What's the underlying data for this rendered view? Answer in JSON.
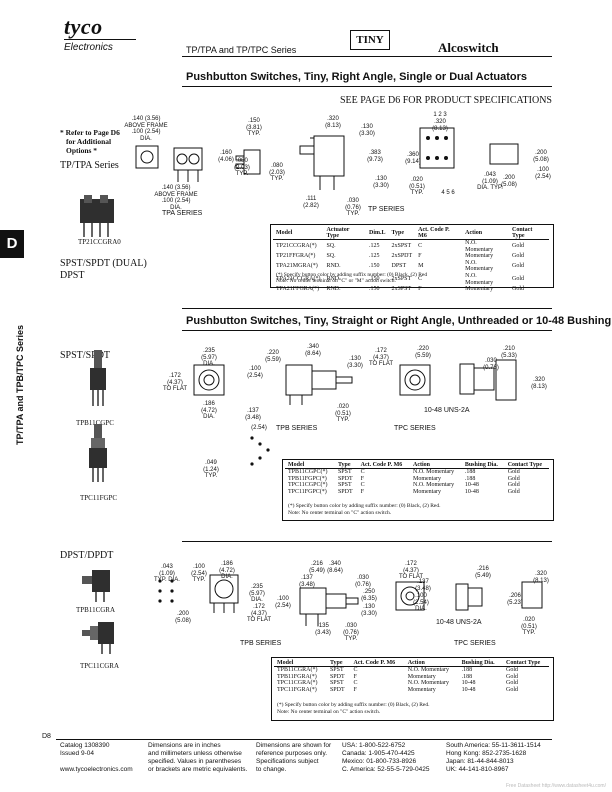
{
  "header": {
    "brand": "tyco",
    "brand_sub": "Electronics",
    "series_title": "TP/TPA and TP/TPC Series",
    "logo_tiny": "TINY",
    "company": "Alcoswitch"
  },
  "section1": {
    "title": "Pushbutton Switches, Tiny, Right Angle, Single or Dual Actuators",
    "see_page": "SEE PAGE D6 FOR PRODUCT SPECIFICATIONS",
    "refer_note": [
      "* Refer to Page D6",
      "for Additional",
      "Options *"
    ],
    "series_label": "TP/TPA Series",
    "photo_caption": "TP21CCGRA0",
    "type_label_1": "SPST/SPDT (DUAL)",
    "type_label_2": "DPST",
    "drawing_labels": {
      "tpa": "TPA SERIES",
      "tp": "TP SERIES",
      "above_frame_1": ".140 (3.56)\nABOVE FRAME\n.100 (2.54)\nDIA.",
      "above_frame_2": ".140 (3.56)\nABOVE FRAME\n.100 (2.54)\nDIA.",
      "d_160": ".160\n(4.06)",
      "d_150_typ": ".150\n(3.81)\nTYP.",
      "d_080_typ": ".080\n(2.03)\nTYP.",
      "d_080b": ".080\n(2.03)\nTYP.",
      "d_320": ".320\n(8.13)",
      "d_130": ".130\n(3.30)",
      "d_383": ".383\n(9.73)",
      "d_130b": ".130\n(3.30)",
      "d_111": ".111\n(2.82)",
      "d_030": ".030\n(0.76)\nTYP.",
      "pins_top": "1  2  3",
      "d_320b": ".320\n(8.13)",
      "d_360": ".360\n(9.14)",
      "d_020": ".020\n(0.51)\nTYP.",
      "pins_bot": "4  5  6",
      "d_043": ".043\n(1.09)\nDIA. TYP.",
      "d_200": ".200\n(5.08)",
      "d_200b": ".200\n(5.08)",
      "d_100": ".100\n(2.54)"
    },
    "table": {
      "headers": [
        "Model",
        "Actuator Type",
        "Dim.L",
        "Type",
        "Act. Code P. M6",
        "Action",
        "Contact Type"
      ],
      "rows": [
        [
          "TP21CCGRA(*)",
          "SQ.",
          ".125",
          "2xSPST",
          "C",
          "N.O. Momentary",
          "Gold"
        ],
        [
          "TP21FFGRA(*)",
          "SQ.",
          ".125",
          "2xSPDT",
          "F",
          "Momentary",
          "Gold"
        ],
        [
          "TPA21MGRA(*)",
          "RND.",
          ".150",
          "DPST",
          "M",
          "N.O. Momentary",
          "Gold"
        ],
        [
          "TPA21CCGRA(*)",
          "RND.",
          ".150",
          "2xSPST",
          "C",
          "N.O. Momentary",
          "Gold"
        ],
        [
          "TPA21FFGRA(*)",
          "RND.",
          ".150",
          "2xSPST",
          "F",
          "Momentary",
          "Gold"
        ]
      ],
      "notes": [
        "(*) Specify button color by adding suffix number: (0) Black, (2) Red",
        "Note: No center terminal on \"C\" or \"M\" action switch."
      ]
    }
  },
  "side_tab": {
    "letter": "D",
    "vertical_title": "TP/TPA and TPB/TPC Series"
  },
  "section2": {
    "title": "Pushbutton Switches, Tiny, Straight or Right Angle, Unthreaded or 10-48 Bushing",
    "type_label": "SPST/SPDT",
    "photo_caption_1": "TPB11CGPC",
    "photo_caption_2": "TPC11FGPC",
    "drawing_labels": {
      "tpb": "TPB SERIES",
      "tpc": "TPC SERIES",
      "bushing": "10-48 UNS-2A",
      "d_235": ".235\n(5.97)\nDIA.",
      "d_172": ".172\n(4.37)\nTO FLAT",
      "d_186": ".186\n(4.72)\nDIA.",
      "d_220": ".220\n(5.59)",
      "d_100": ".100\n(2.54)",
      "d_137": ".137\n(3.48)",
      "d_340": ".340\n(8.64)",
      "d_130": ".130\n(3.30)",
      "d_020": ".020\n(0.51)\nTYP.",
      "d_254": "(2.54)",
      "d_049": ".049\n(1.24)\nTYP.",
      "d_172b": ".172\n(4.37)\nTO FLAT",
      "d_220b": ".220\n(5.59)",
      "d_030": ".030\n(0.76)",
      "d_210": ".210\n(5.33)",
      "d_320": ".320\n(8.13)"
    },
    "table": {
      "headers": [
        "Model",
        "Type",
        "Act. Code P. M6",
        "Action",
        "Bushing Dia.",
        "Contact Type"
      ],
      "rows": [
        [
          "TPB11CGPC(*)",
          "SPST",
          "C",
          "N.O. Momentary",
          ".188",
          "Gold"
        ],
        [
          "TPB11FGPC(*)",
          "SPDT",
          "F",
          "Momentary",
          ".188",
          "Gold"
        ],
        [
          "TPC11CGPC(*)",
          "SPST",
          "C",
          "N.O. Momentary",
          "10-48",
          "Gold"
        ],
        [
          "TPC11FGPC(*)",
          "SPDT",
          "F",
          "Momentary",
          "10-48",
          "Gold"
        ]
      ],
      "notes": [
        "(*) Specify button color by adding suffix number: (0) Black, (2) Red.",
        "Note: No center terminal on \"C\" action switch."
      ]
    }
  },
  "section3": {
    "type_label": "DPST/DPDT",
    "photo_caption_1": "TPB11CGRA",
    "photo_caption_2": "TPC11CGRA",
    "drawing_labels": {
      "tpb": "TPB SERIES",
      "tpc": "TPC SERIES",
      "bushing": "10-48 UNS-2A",
      "d_043": ".043\n(1.09)\nTYP. DIA.",
      "d_100": ".100\n(2.54)\nTYP.",
      "d_200": ".200\n(5.08)",
      "d_186": ".186\n(4.72)\nDIA.",
      "d_235": ".235\n(5.97)\nDIA.",
      "d_172": ".172\n(4.37)\nTO FLAT",
      "d_137": ".137\n(3.48)",
      "d_100b": ".100\n(2.54)",
      "d_135": ".135\n(3.43)",
      "d_216": ".216\n(5.49)",
      "d_340": ".340\n(8.64)",
      "d_030": ".030\n(0.76)",
      "d_250": ".250\n(6.35)",
      "d_130": ".130\n(3.30)",
      "d_030b": ".030\n(0.76)\nTYP.",
      "d_172b": ".172\n(4.37)\nTO FLAT",
      "d_137b": ".137\n(3.48)",
      "d_100c": ".100\n(2.54)\nDIA.",
      "d_216b": ".216\n(5.49)",
      "d_206": ".206\n(5.23)",
      "d_320": ".320\n(8.13)",
      "d_020": ".020\n(0.51)\nTYP."
    },
    "table": {
      "headers": [
        "Model",
        "Type",
        "Act. Code P. M6",
        "Action",
        "Bushing Dia.",
        "Contact Type"
      ],
      "rows": [
        [
          "TPB11CGRA(*)",
          "SPST",
          "C",
          "N.O. Momentary",
          ".188",
          "Gold"
        ],
        [
          "TPB11FGRA(*)",
          "SPDT",
          "F",
          "Momentary",
          ".188",
          "Gold"
        ],
        [
          "TPC11CGRA(*)",
          "SPST",
          "C",
          "N.O. Momentary",
          "10-48",
          "Gold"
        ],
        [
          "TPC11FGRA(*)",
          "SPDT",
          "F",
          "Momentary",
          "10-48",
          "Gold"
        ]
      ],
      "notes": [
        "(*) Specify button color by adding suffix number: (0) Black, (2) Red.",
        "Note: No center terminal on \"C\" action switch."
      ]
    }
  },
  "footer": {
    "page_number": "D8",
    "col1": [
      "Catalog 1308390",
      "Issued 9-04",
      "",
      "www.tycoelectronics.com"
    ],
    "col2": [
      "Dimensions are in inches",
      "and millimeters unless otherwise",
      "specified. Values in parentheses",
      "or brackets are metric equivalents."
    ],
    "col3": [
      "Dimensions are shown for",
      "reference purposes only.",
      "Specifications subject",
      "to change."
    ],
    "col4": [
      "USA: 1-800-522-6752",
      "Canada: 1-905-470-4425",
      "Mexico: 01-800-733-8926",
      "C. America: 52-55-5-729-0425"
    ],
    "col5": [
      "South America: 55-11-3611-1514",
      "Hong Kong: 852-2735-1628",
      "Japan: 81-44-844-8013",
      "UK: 44-141-810-8967"
    ],
    "watermark": "Free Datasheet http://www.datasheet4u.com/"
  }
}
